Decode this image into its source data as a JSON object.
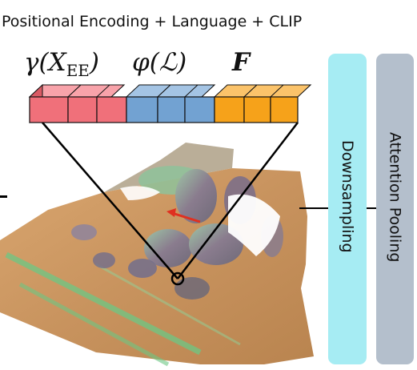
{
  "title": "Positional Encoding + Language + CLIP",
  "labels": {
    "gamma_main": "γ(X",
    "gamma_sub": "EE",
    "gamma_close": ")",
    "phi": "φ(ℒ)",
    "F": "F"
  },
  "modules": {
    "downsampling": "Downsampling",
    "attention_pooling": "Attention Pooling"
  },
  "colors": {
    "segment_gamma": "#f0707a",
    "segment_phi": "#72a2d2",
    "segment_F": "#f6a21a",
    "downsampling": "#a6ecf3",
    "attention_pooling": "#b4bfcc",
    "arrow": "#e03020"
  }
}
